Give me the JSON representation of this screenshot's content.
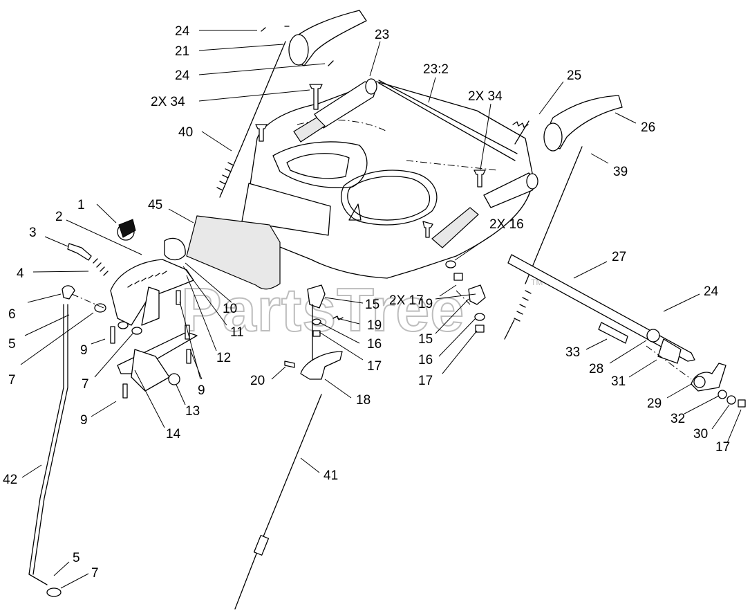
{
  "watermark": {
    "text": "PartsTree",
    "tm": "TM"
  },
  "callouts": [
    {
      "id": "c24a",
      "text": "24"
    },
    {
      "id": "c21",
      "text": "21"
    },
    {
      "id": "c24b",
      "text": "24"
    },
    {
      "id": "c2x34a",
      "text": "2X  34"
    },
    {
      "id": "c40",
      "text": "40"
    },
    {
      "id": "c23",
      "text": "23"
    },
    {
      "id": "c23-2",
      "text": "23:2"
    },
    {
      "id": "c2x34b",
      "text": "2X  34"
    },
    {
      "id": "c25",
      "text": "25"
    },
    {
      "id": "c26",
      "text": "26"
    },
    {
      "id": "c39",
      "text": "39"
    },
    {
      "id": "c45",
      "text": "45"
    },
    {
      "id": "c1",
      "text": "1"
    },
    {
      "id": "c2",
      "text": "2"
    },
    {
      "id": "c3",
      "text": "3"
    },
    {
      "id": "c4",
      "text": "4"
    },
    {
      "id": "c6",
      "text": "6"
    },
    {
      "id": "c5a",
      "text": "5"
    },
    {
      "id": "c7a",
      "text": "7"
    },
    {
      "id": "c9a",
      "text": "9"
    },
    {
      "id": "c7b",
      "text": "7"
    },
    {
      "id": "c10",
      "text": "10"
    },
    {
      "id": "c11",
      "text": "11"
    },
    {
      "id": "c12",
      "text": "12"
    },
    {
      "id": "c9b",
      "text": "9"
    },
    {
      "id": "c13",
      "text": "13"
    },
    {
      "id": "c9c",
      "text": "9"
    },
    {
      "id": "c14",
      "text": "14"
    },
    {
      "id": "c2x16",
      "text": "2X  16"
    },
    {
      "id": "c2x17",
      "text": "2X  17"
    },
    {
      "id": "c15a",
      "text": "15"
    },
    {
      "id": "c19a",
      "text": "19"
    },
    {
      "id": "c16a",
      "text": "16"
    },
    {
      "id": "c17a",
      "text": "17"
    },
    {
      "id": "c19b",
      "text": "19"
    },
    {
      "id": "c15b",
      "text": "15"
    },
    {
      "id": "c16b",
      "text": "16"
    },
    {
      "id": "c17b",
      "text": "17"
    },
    {
      "id": "c20",
      "text": "20"
    },
    {
      "id": "c18",
      "text": "18"
    },
    {
      "id": "c27",
      "text": "27"
    },
    {
      "id": "c24c",
      "text": "24"
    },
    {
      "id": "c33",
      "text": "33"
    },
    {
      "id": "c28",
      "text": "28"
    },
    {
      "id": "c31",
      "text": "31"
    },
    {
      "id": "c29",
      "text": "29"
    },
    {
      "id": "c32",
      "text": "32"
    },
    {
      "id": "c30",
      "text": "30"
    },
    {
      "id": "c17c",
      "text": "17"
    },
    {
      "id": "c41",
      "text": "41"
    },
    {
      "id": "c42",
      "text": "42"
    },
    {
      "id": "c5b",
      "text": "5"
    },
    {
      "id": "c7c",
      "text": "7"
    }
  ]
}
